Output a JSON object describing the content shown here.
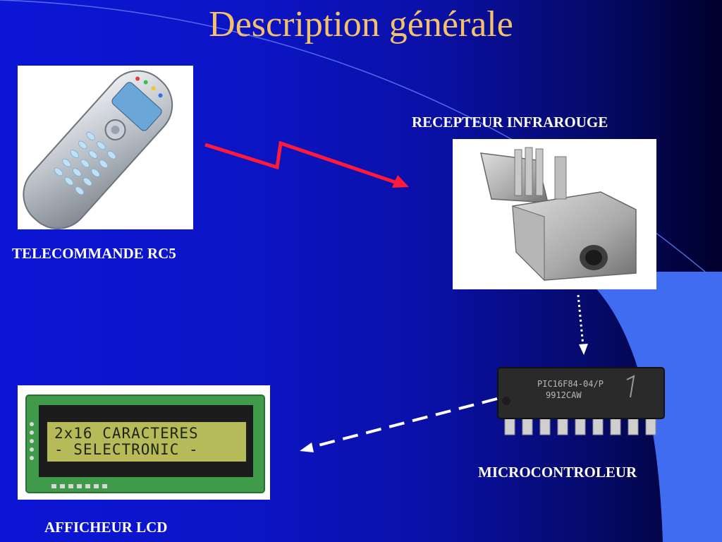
{
  "slide": {
    "title": "Description générale",
    "background_colors": [
      "#0d15d6",
      "#050a6a",
      "#00002a"
    ],
    "accent_swoosh_color": "#3f6cf0",
    "title_color": "#f4c06a"
  },
  "components": {
    "remote": {
      "label": "TELECOMMANDE RC5",
      "icon": "remote-control-icon"
    },
    "receiver": {
      "label": "RECEPTEUR INFRAROUGE",
      "icon": "ir-receiver-icon"
    },
    "microcontroller": {
      "label": "MICROCONTROLEUR",
      "icon": "microchip-icon",
      "chip_markings": [
        "PIC16F84-04/P",
        "9912CAW"
      ]
    },
    "lcd": {
      "label": "AFFICHEUR LCD",
      "icon": "lcd-display-icon",
      "screen_lines": [
        "2x16 CARACTERES",
        "- SELECTRONIC -"
      ]
    }
  },
  "connections": [
    {
      "from": "remote",
      "to": "receiver",
      "style": "zigzag-red",
      "color": "#ff1a3a"
    },
    {
      "from": "receiver",
      "to": "microcontroller",
      "style": "dotted-white",
      "color": "#ffffff"
    },
    {
      "from": "microcontroller",
      "to": "lcd",
      "style": "dashed-white",
      "color": "#ffffff"
    }
  ]
}
